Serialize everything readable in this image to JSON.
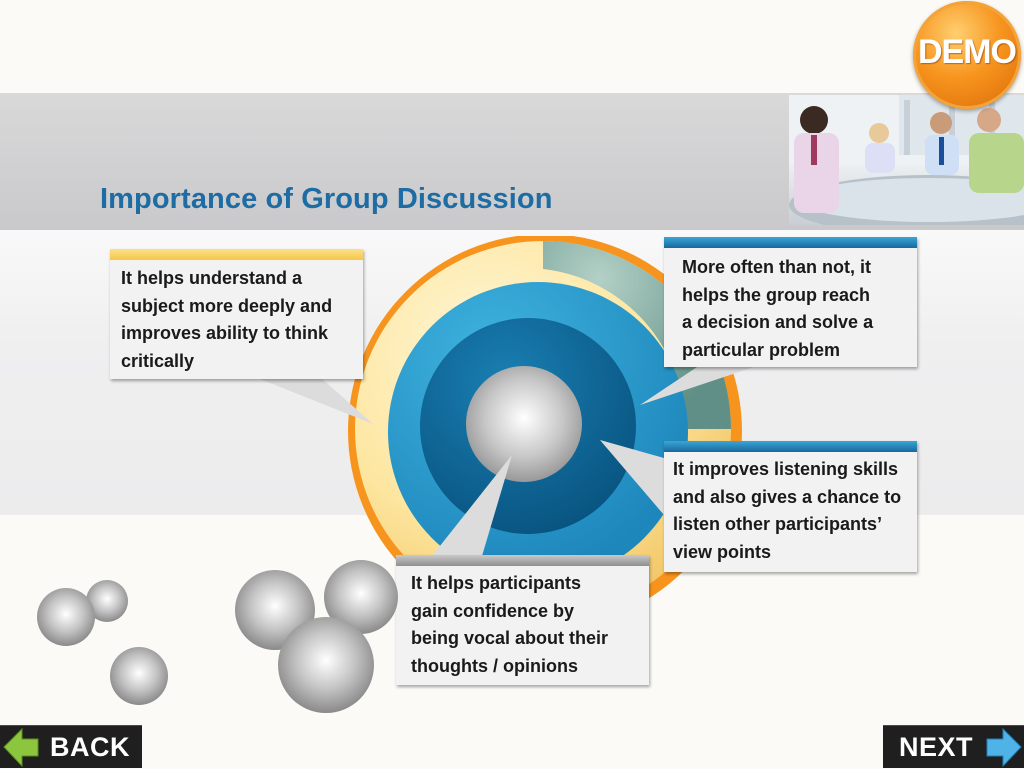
{
  "header": {
    "title": "Importance of Group Discussion"
  },
  "badge": {
    "label": "DEMO"
  },
  "callouts": {
    "top_left": [
      "It helps understand a",
      "subject more deeply and",
      "improves ability to think",
      "critically"
    ],
    "top_right": [
      "More often than not, it",
      "helps the group reach",
      "a decision and solve a",
      "particular problem"
    ],
    "mid_right": [
      "It improves listening skills",
      "and also gives a chance to",
      "listen other participants’",
      "view points"
    ],
    "bottom": [
      "It helps participants",
      "gain confidence by",
      "being vocal about their",
      "thoughts / opinions"
    ]
  },
  "nav": {
    "back_label": "BACK",
    "next_label": "NEXT"
  },
  "colors": {
    "title": "#1d6ca3",
    "ring_outer": "#f7941e",
    "ring_yellow": "#fde6a0",
    "ring_teal": "#7aa69a",
    "circle_blue": "#2ea0cf",
    "circle_darkblue": "#0f6a9c",
    "core_grey": "#bfbfbf",
    "badge": "#f7941e"
  }
}
